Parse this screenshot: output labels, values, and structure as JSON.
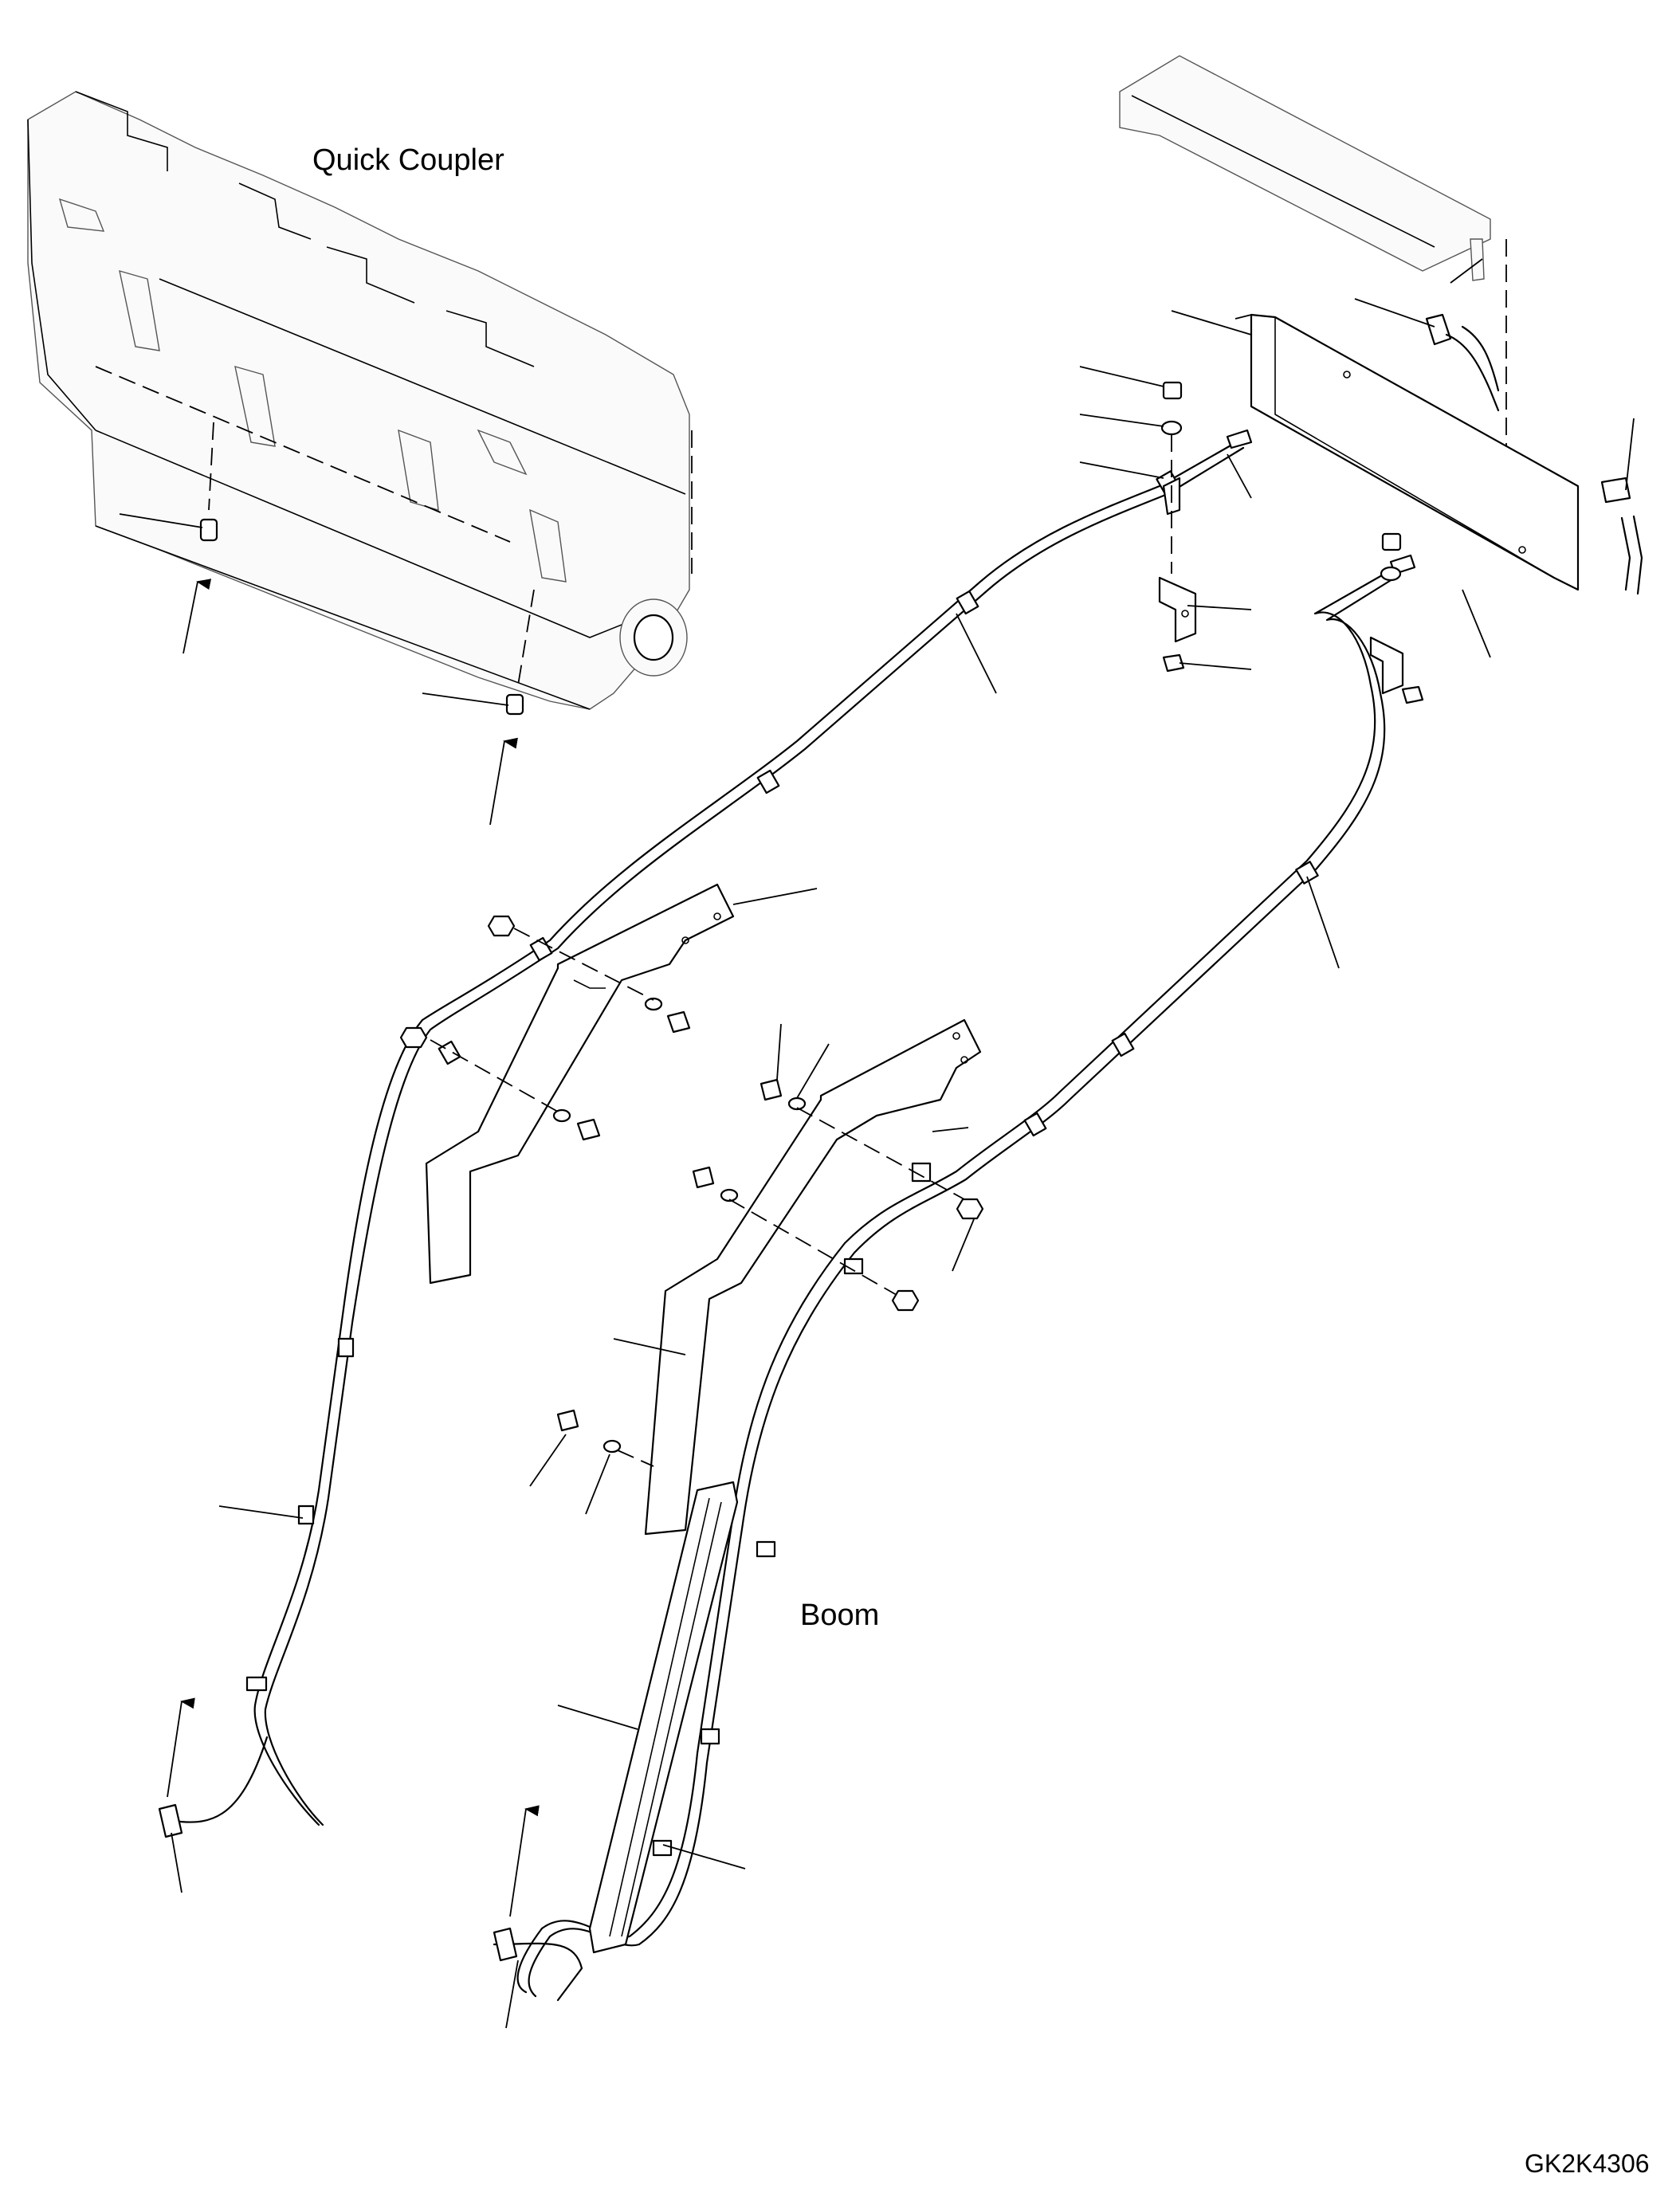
{
  "title_labels": {
    "quick_coupler": "Quick Coupler",
    "boom": "Boom",
    "drawing_code": "GK2K4306"
  },
  "colors": {
    "line": "#000000",
    "background": "#ffffff",
    "ghost_part": "#555555"
  }
}
